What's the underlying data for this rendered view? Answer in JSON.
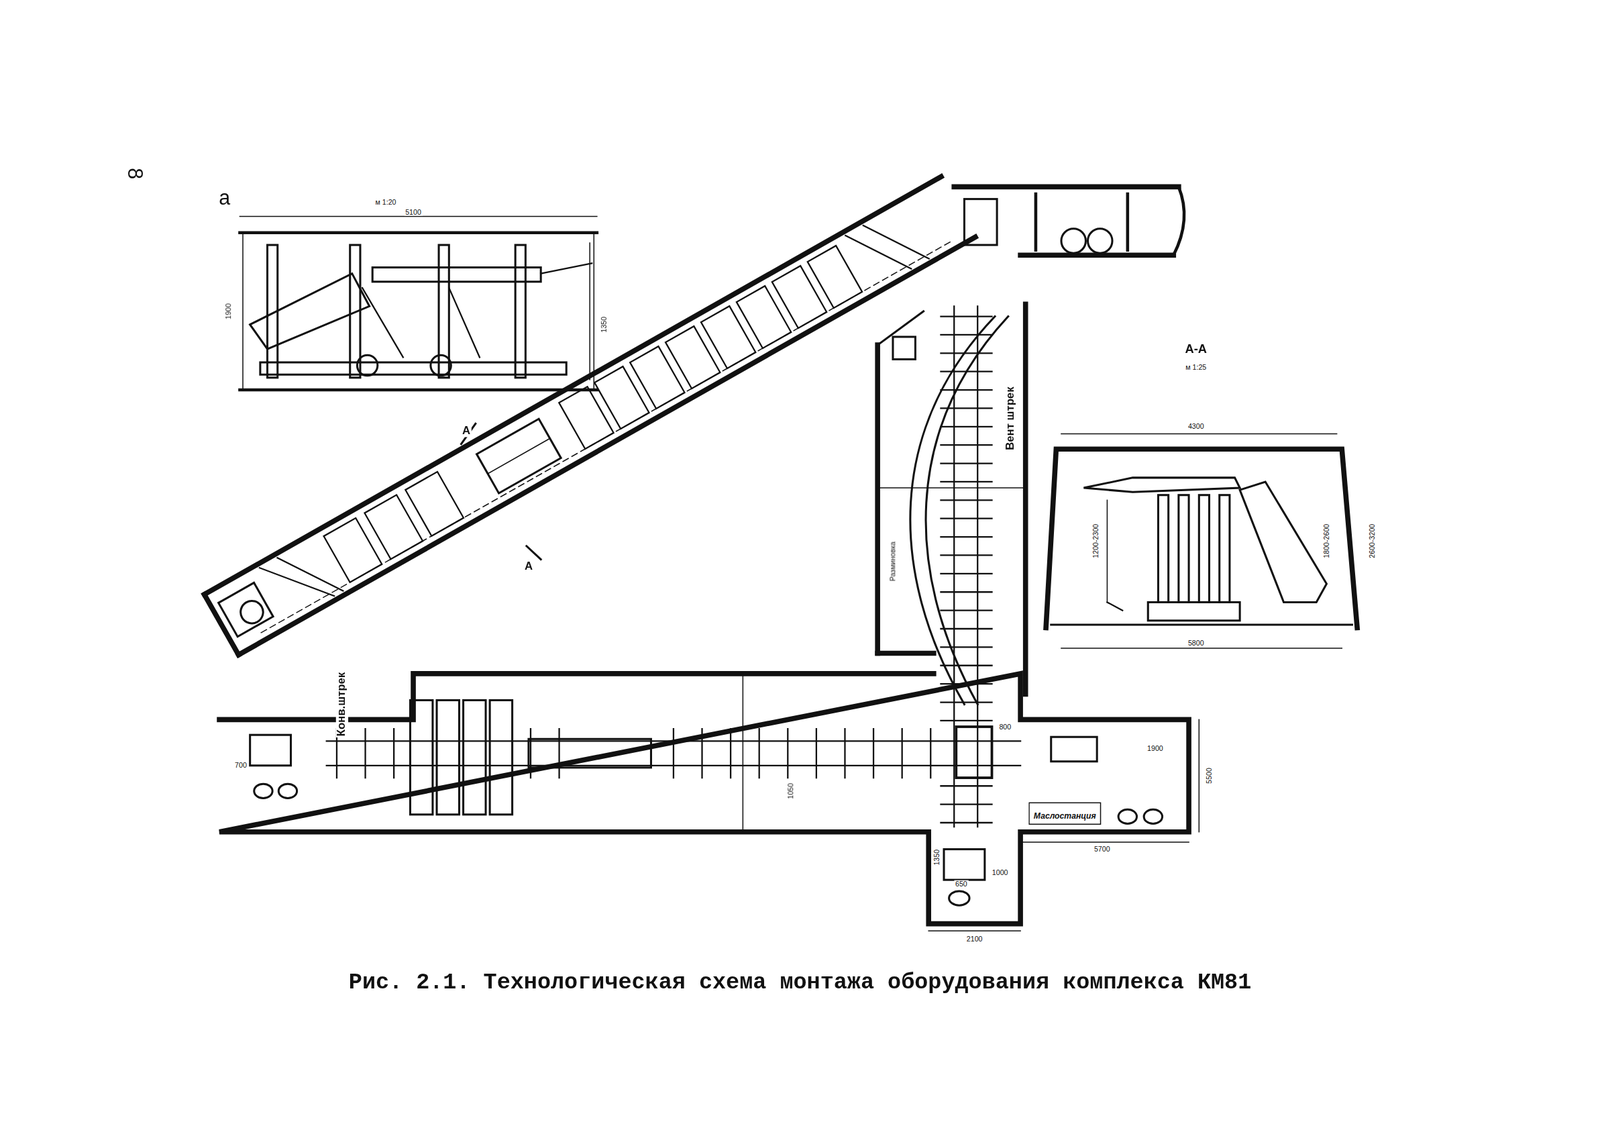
{
  "diagram": {
    "caption": "Рис. 2.1. Технологическая схема монтажа оборудования комплекса КМ81",
    "nodes": [
      {
        "text": [
          "Маслостанция"
        ]
      }
    ],
    "edges": [],
    "labels": [
      "8",
      "а",
      "м 1:20",
      "5100",
      "1900",
      "1350",
      "А-А",
      "м 1:25",
      "4300",
      "1200-2300",
      "1800-2600",
      "2600-3200",
      "5800",
      "А",
      "А",
      "Вент штрек",
      "Разминовка",
      "Конв.штрек",
      "700",
      "1900",
      "5500",
      "5700",
      "1000",
      "1350",
      "650",
      "2100",
      "1050",
      "800"
    ]
  }
}
